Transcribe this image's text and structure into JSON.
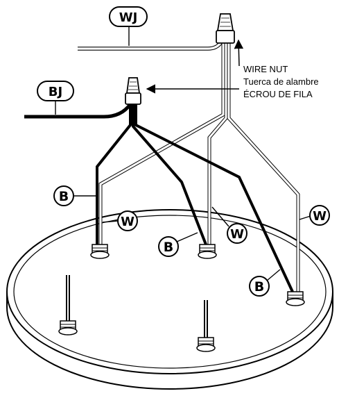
{
  "labels": {
    "wj": "WJ",
    "bj": "BJ",
    "b": "B",
    "w": "W"
  },
  "callout": {
    "line1": "WIRE NUT",
    "line2": "Tuerca de alambre",
    "line3": "ÉCROU DE FILA"
  },
  "colors": {
    "stroke": "#000000",
    "background": "#ffffff"
  }
}
